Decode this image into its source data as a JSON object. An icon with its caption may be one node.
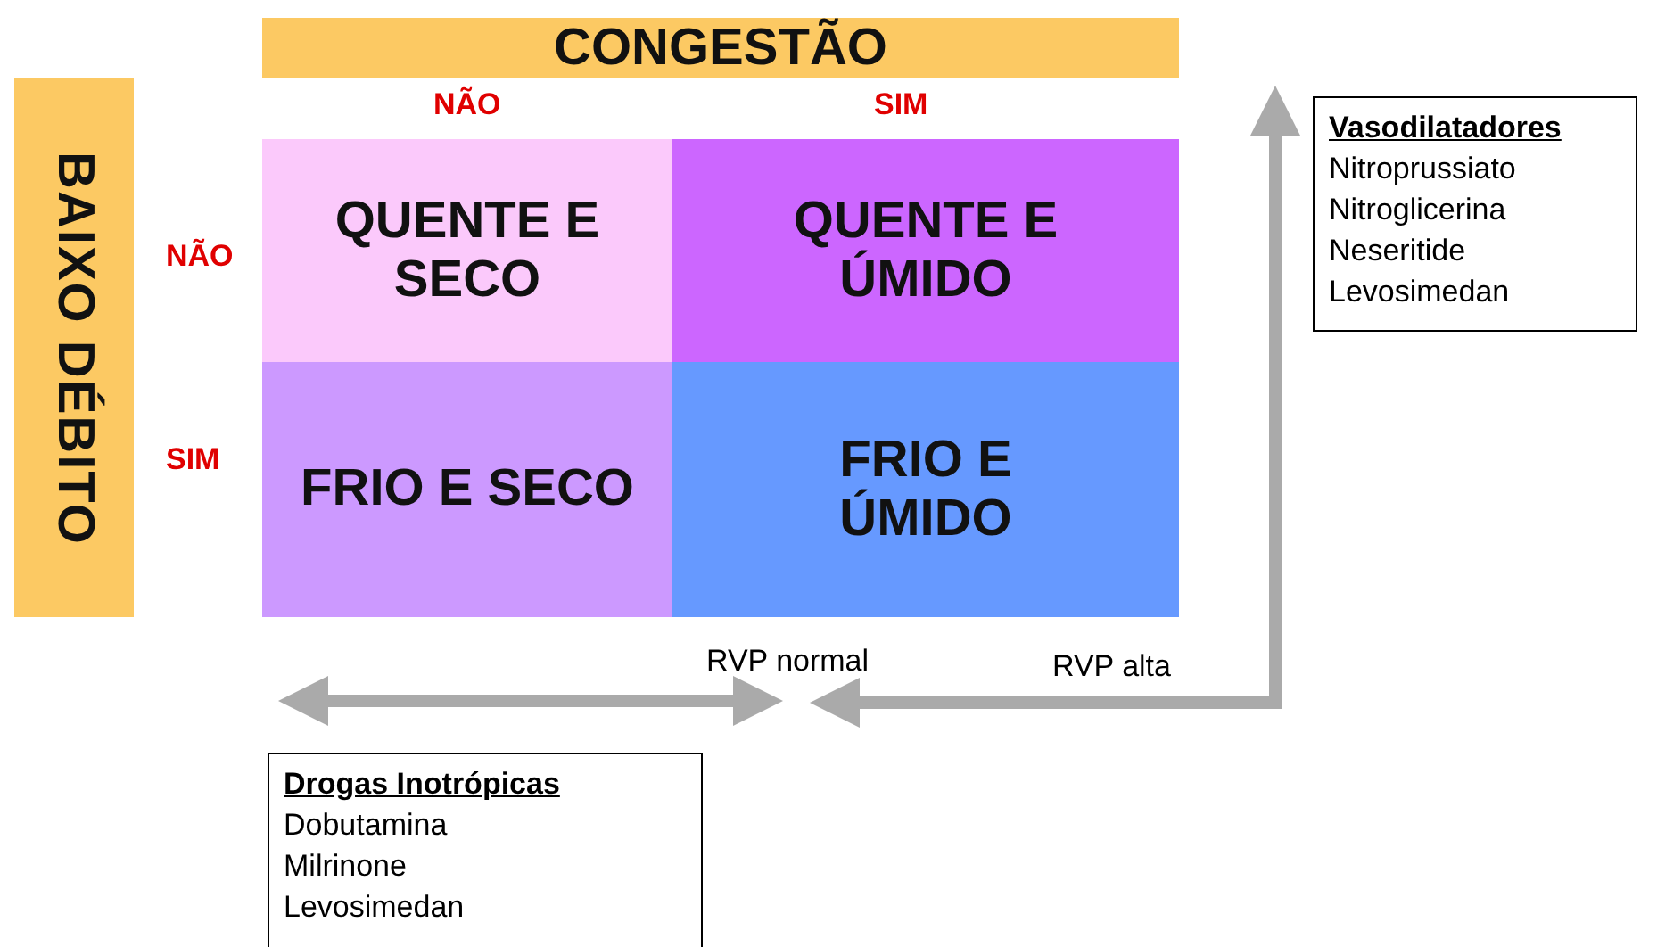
{
  "diagram": {
    "nodes": [
      {
        "text": [
          "CONGESTÃO"
        ]
      },
      {
        "text": [
          "BAIXO DÉBITO"
        ]
      },
      {
        "text": [
          "QUENTE E SECO"
        ]
      },
      {
        "text": [
          "QUENTE E ÚMIDO"
        ]
      },
      {
        "text": [
          "FRIO E SECO"
        ]
      },
      {
        "text": [
          "FRIO E ÚMIDO"
        ]
      },
      {
        "text": [
          "Vasodilatadores",
          "Nitroprussiato",
          "Nitroglicerina",
          "Neseritide",
          "Levosimedan"
        ]
      },
      {
        "text": [
          "Drogas Inotrópicas",
          "Dobutamina",
          "Milrinone",
          "Levosimedan"
        ]
      }
    ],
    "labels": [
      "NÃO",
      "SIM",
      "NÃO",
      "SIM",
      "RVP normal",
      "RVP alta"
    ]
  }
}
